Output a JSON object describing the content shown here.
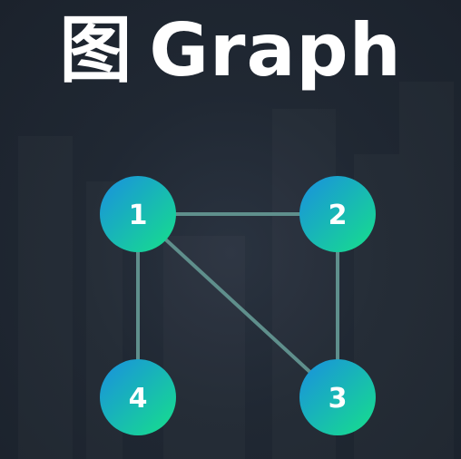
{
  "title": {
    "cjk": "图",
    "latin": "Graph"
  },
  "colors": {
    "background": "#1f2733",
    "title_text": "#ffffff",
    "edge": "#5f8f8c",
    "node_gradient_start": "#1a8fe0",
    "node_gradient_end": "#16e08a",
    "node_label": "#ffffff"
  },
  "graph": {
    "nodes": [
      {
        "id": "1",
        "label": "1"
      },
      {
        "id": "2",
        "label": "2"
      },
      {
        "id": "3",
        "label": "3"
      },
      {
        "id": "4",
        "label": "4"
      }
    ],
    "edges": [
      {
        "from": "1",
        "to": "2"
      },
      {
        "from": "1",
        "to": "4"
      },
      {
        "from": "1",
        "to": "3"
      },
      {
        "from": "2",
        "to": "3"
      }
    ]
  }
}
